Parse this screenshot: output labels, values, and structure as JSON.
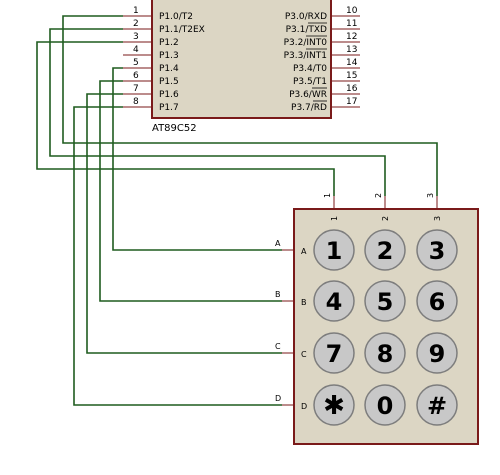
{
  "mcu": {
    "part_name": "AT89C52",
    "left_pins": [
      {
        "num": "1",
        "name": "P1.0/T2"
      },
      {
        "num": "2",
        "name": "P1.1/T2EX"
      },
      {
        "num": "3",
        "name": "P1.2"
      },
      {
        "num": "4",
        "name": "P1.3"
      },
      {
        "num": "5",
        "name": "P1.4"
      },
      {
        "num": "6",
        "name": "P1.5"
      },
      {
        "num": "7",
        "name": "P1.6"
      },
      {
        "num": "8",
        "name": "P1.7"
      }
    ],
    "right_pins": [
      {
        "num": "10",
        "name": "P3.0/RXD"
      },
      {
        "num": "11",
        "name": "P3.1/TXD"
      },
      {
        "num": "12",
        "name": "P3.2/INT0"
      },
      {
        "num": "13",
        "name": "P3.3/INT1"
      },
      {
        "num": "14",
        "name": "P3.4/T0"
      },
      {
        "num": "15",
        "name": "P3.5/T1"
      },
      {
        "num": "16",
        "name": "P3.6/WR"
      },
      {
        "num": "17",
        "name": "P3.7/RD"
      }
    ]
  },
  "keypad": {
    "columns": [
      "1",
      "2",
      "3"
    ],
    "rows": [
      "A",
      "B",
      "C",
      "D"
    ],
    "keys": [
      "1",
      "2",
      "3",
      "4",
      "5",
      "6",
      "7",
      "8",
      "9",
      "✱",
      "0",
      "#"
    ]
  }
}
